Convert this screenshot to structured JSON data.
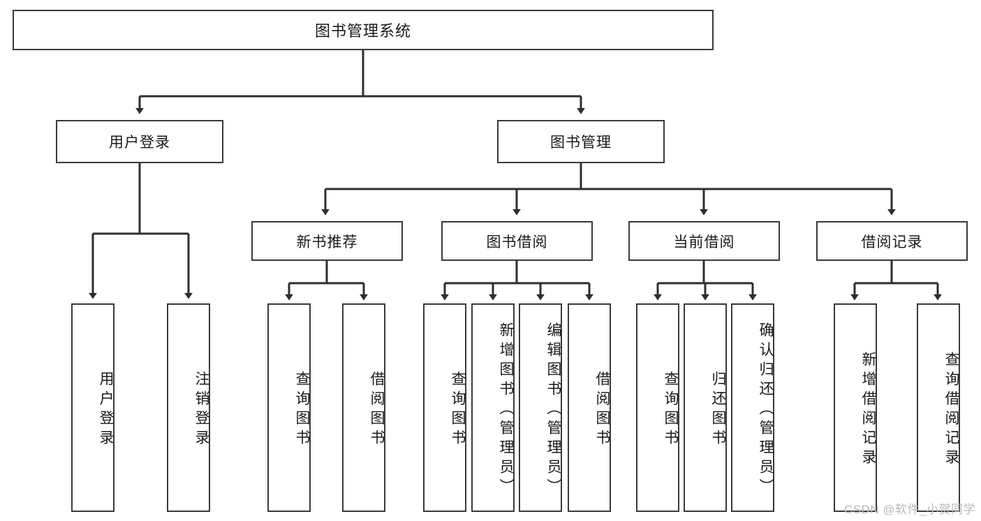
{
  "diagram": {
    "title": "图书管理系统",
    "type": "hierarchy-tree",
    "root": {
      "id": "root",
      "label": "图书管理系统",
      "orientation": "horizontal"
    },
    "level2": [
      {
        "id": "user-login",
        "label": "用户登录",
        "orientation": "horizontal"
      },
      {
        "id": "book-manage",
        "label": "图书管理",
        "orientation": "horizontal"
      }
    ],
    "level3": [
      {
        "id": "new-book-recommend",
        "label": "新书推荐",
        "orientation": "horizontal"
      },
      {
        "id": "book-borrow",
        "label": "图书借阅",
        "orientation": "horizontal"
      },
      {
        "id": "current-borrow",
        "label": "当前借阅",
        "orientation": "horizontal"
      },
      {
        "id": "borrow-record",
        "label": "借阅记录",
        "orientation": "horizontal"
      }
    ],
    "leaves": [
      {
        "id": "leaf-user-login",
        "label": "用户登录",
        "parent": "user-login",
        "orientation": "vertical"
      },
      {
        "id": "leaf-logout-login",
        "label": "注销登录",
        "parent": "user-login",
        "orientation": "vertical"
      },
      {
        "id": "leaf-query-book-1",
        "label": "查询图书",
        "parent": "new-book-recommend",
        "orientation": "vertical"
      },
      {
        "id": "leaf-borrow-book-1",
        "label": "借阅图书",
        "parent": "new-book-recommend",
        "orientation": "vertical"
      },
      {
        "id": "leaf-query-book-2",
        "label": "查询图书",
        "parent": "book-borrow",
        "orientation": "vertical"
      },
      {
        "id": "leaf-add-book",
        "label": "新增图书（管理员）",
        "parent": "book-borrow",
        "orientation": "vertical"
      },
      {
        "id": "leaf-edit-book",
        "label": "编辑图书（管理员）",
        "parent": "book-borrow",
        "orientation": "vertical"
      },
      {
        "id": "leaf-borrow-book-2",
        "label": "借阅图书",
        "parent": "book-borrow",
        "orientation": "vertical"
      },
      {
        "id": "leaf-query-book-3",
        "label": "查询图书",
        "parent": "current-borrow",
        "orientation": "vertical"
      },
      {
        "id": "leaf-return-book",
        "label": "归还图书",
        "parent": "current-borrow",
        "orientation": "vertical"
      },
      {
        "id": "leaf-confirm-return",
        "label": "确认归还（管理员）",
        "parent": "current-borrow",
        "orientation": "vertical"
      },
      {
        "id": "leaf-add-record",
        "label": "新增借阅记录",
        "parent": "borrow-record",
        "orientation": "vertical"
      },
      {
        "id": "leaf-query-record",
        "label": "查询借阅记录",
        "parent": "borrow-record",
        "orientation": "vertical"
      }
    ],
    "colors": {
      "border": "#3a3a3a",
      "edge": "#2e2e2e",
      "text": "#1a1a1a",
      "background": "#ffffff",
      "watermark": "#b9b9b9"
    }
  },
  "watermark": {
    "text": "CSDN @软件_小贺同学"
  }
}
